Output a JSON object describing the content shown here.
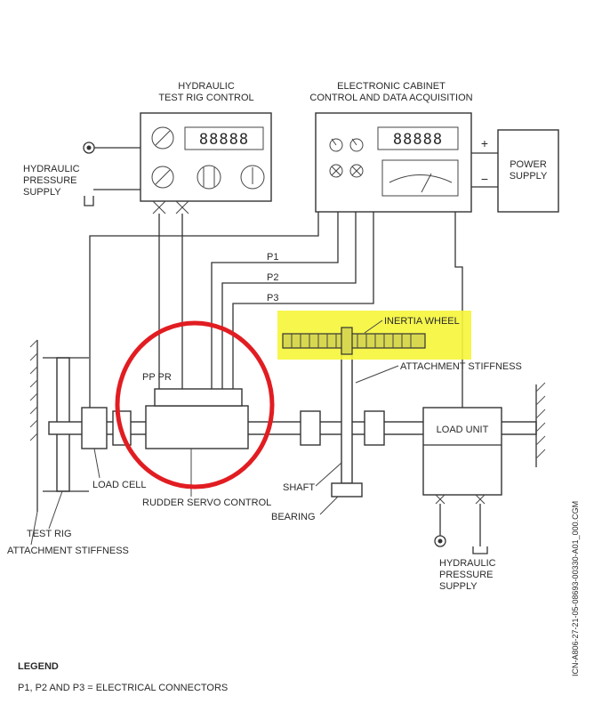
{
  "labels": {
    "hydraulic_control_line1": "HYDRAULIC",
    "hydraulic_control_line2": "TEST RIG CONTROL",
    "cabinet_line1": "ELECTRONIC CABINET",
    "cabinet_line2": "CONTROL AND DATA ACQUISITION",
    "power_line1": "POWER",
    "power_line2": "SUPPLY",
    "hps_left_line1": "HYDRAULIC",
    "hps_left_line2": "PRESSURE",
    "hps_left_line3": "SUPPLY",
    "p1": "P1",
    "p2": "P2",
    "p3": "P3",
    "inertia_wheel": "INERTIA WHEEL",
    "attachment_stiffness": "ATTACHMENT STIFFNESS",
    "pp_pr": "PP PR",
    "load_unit": "LOAD UNIT",
    "load_cell": "LOAD CELL",
    "shaft": "SHAFT",
    "rudder_servo_control": "RUDDER SERVO CONTROL",
    "bearing": "BEARING",
    "test_rig": "TEST RIG",
    "attachment_stiffness_left": "ATTACHMENT STIFFNESS",
    "hps_right_line1": "HYDRAULIC",
    "hps_right_line2": "PRESSURE",
    "hps_right_line3": "SUPPLY",
    "plus_sign": "+",
    "minus_sign": "−",
    "figure_code": "ICN-A806-27-21-05-08693-00330-A01_000.CGM"
  },
  "displays": {
    "control_panel_readout": "88888",
    "cabinet_readout": "88888"
  },
  "legend": {
    "title": "LEGEND",
    "entry": "P1, P2 AND P3 = ELECTRICAL CONNECTORS"
  },
  "highlights": {
    "circle_color": "#e11d22",
    "highlighter_color": "#f5f53a"
  }
}
